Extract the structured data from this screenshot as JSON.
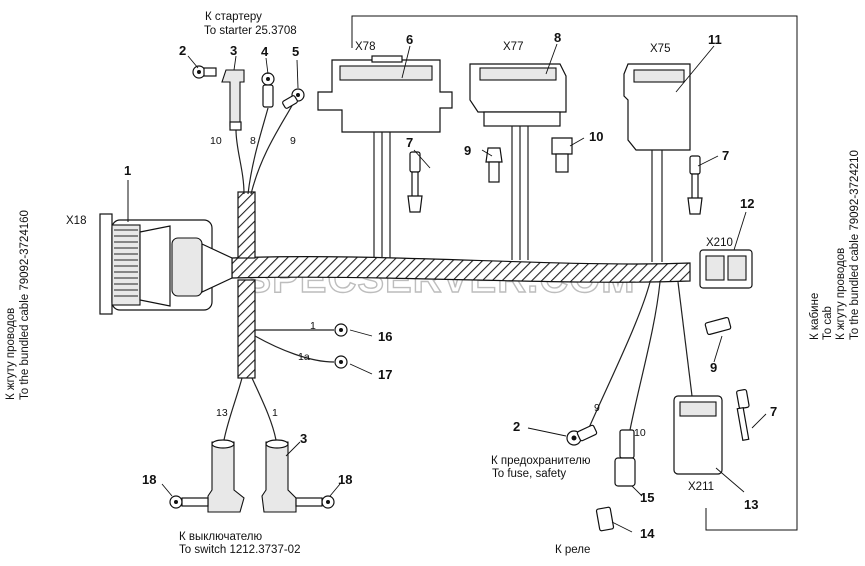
{
  "watermark": "SPECSERVER.COM",
  "connectors": {
    "x18": "X18",
    "x78": "X78",
    "x77": "X77",
    "x75": "X75",
    "x210": "X210",
    "x211": "X211"
  },
  "callouts": {
    "c1": "1",
    "c2_top": "2",
    "c3_top": "3",
    "c4": "4",
    "c5": "5",
    "c6": "6",
    "c8": "8",
    "c11": "11",
    "c12": "12",
    "c7_a": "7",
    "c9_a": "9",
    "c10_a": "10",
    "c7_b": "7",
    "c16": "16",
    "c17": "17",
    "c2_bottom": "2",
    "c9_b": "9",
    "c7_c": "7",
    "c3_bottom": "3",
    "c18_left": "18",
    "c18_right": "18",
    "c15": "15",
    "c14": "14",
    "c13": "13"
  },
  "wire_numbers": {
    "w10_top": "10",
    "w8": "8",
    "w9_top": "9",
    "w1_ring": "1",
    "w1a": "1a",
    "w13": "13",
    "w1_bottom": "1",
    "w9_fuse": "9",
    "w10_relay": "10"
  },
  "labels": {
    "starter_ru": "К стартеру",
    "starter_en": "To starter 25.3708",
    "bundle_left_ru": "К жгуту проводов",
    "bundle_left_en": "To the bundled cable 79092-3724160",
    "cab_ru": "К кабине",
    "cab_en": "To cab",
    "bundle_right_ru": "К жгуту проводов",
    "bundle_right_en": "To the bundled cable 79092-3724210",
    "fuse_ru": "К предохранителю",
    "fuse_en": "To fuse, safety",
    "switch_ru": "К выключателю",
    "switch_en": "To switch 1212.3737-02",
    "relay_ru": "К реле"
  }
}
